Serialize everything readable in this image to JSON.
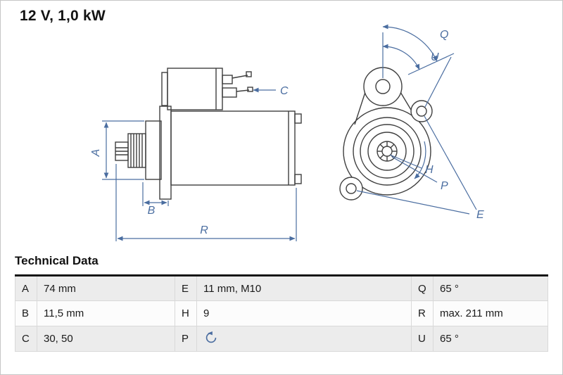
{
  "page": {
    "title": "12 V, 1,0 kW"
  },
  "diagram": {
    "dimension_labels": {
      "A": "A",
      "B": "B",
      "C": "C",
      "R": "R",
      "Q": "Q",
      "U": "U",
      "H": "H",
      "P": "P",
      "E": "E"
    },
    "colors": {
      "dimension_blue": "#4a6da0",
      "drawing_line": "#3f3f3f"
    }
  },
  "technical_data": {
    "heading": "Technical Data",
    "rows": [
      [
        {
          "key": "A",
          "value": "74 mm"
        },
        {
          "key": "E",
          "value": "11 mm, M10"
        },
        {
          "key": "Q",
          "value": "65 °"
        }
      ],
      [
        {
          "key": "B",
          "value": "11,5 mm"
        },
        {
          "key": "H",
          "value": "9"
        },
        {
          "key": "R",
          "value": "max. 211 mm"
        }
      ],
      [
        {
          "key": "C",
          "value": "30, 50"
        },
        {
          "key": "P",
          "value": "",
          "icon": "counterclockwise-rotation-icon"
        },
        {
          "key": "U",
          "value": "65 °"
        }
      ]
    ]
  }
}
